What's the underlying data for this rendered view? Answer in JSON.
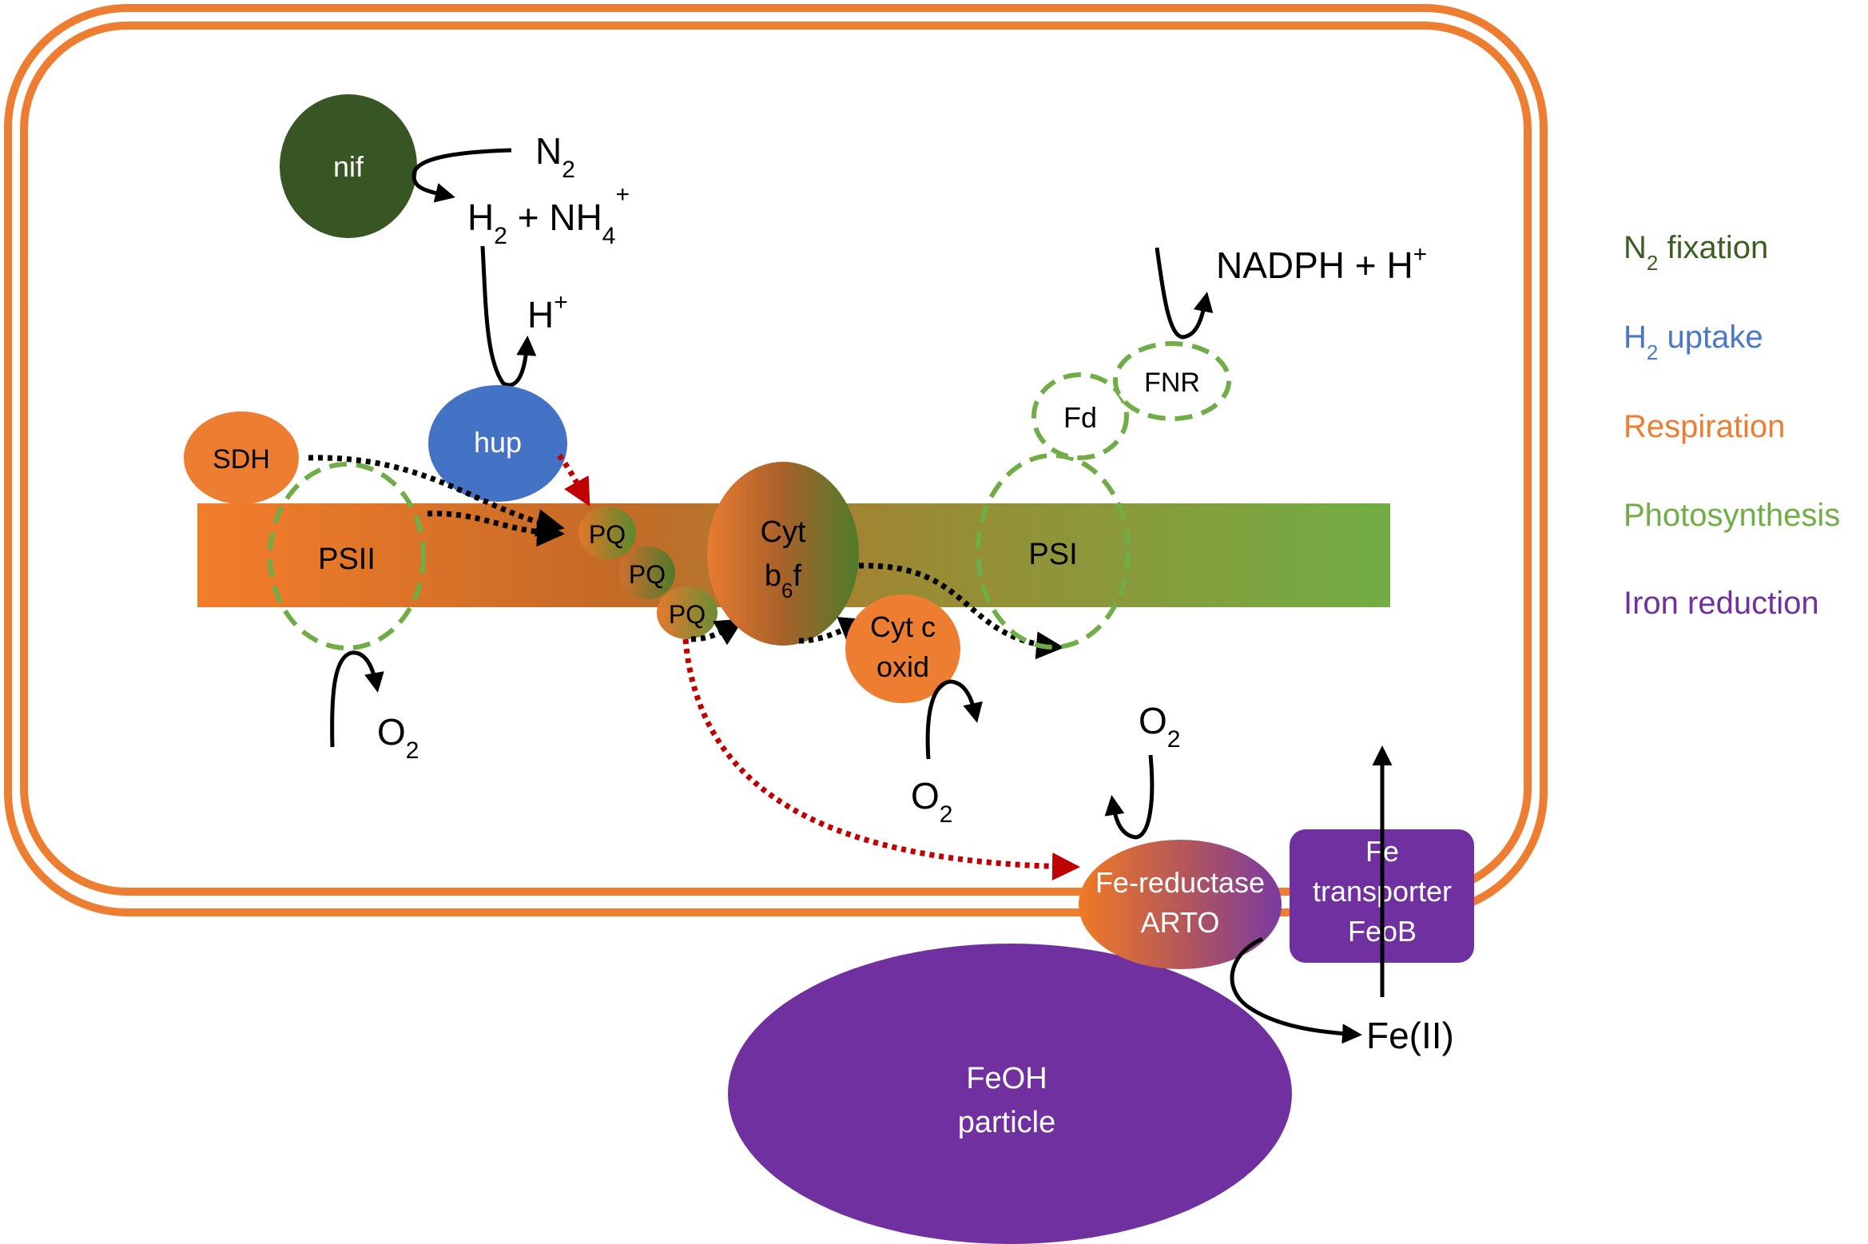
{
  "nodes": {
    "nif": "nif",
    "hup": "hup",
    "sdh": "SDH",
    "psii": "PSII",
    "pq1": "PQ",
    "pq2": "PQ",
    "pq3": "PQ",
    "cyt_b6f": {
      "line1": "Cyt",
      "line2_base": "b",
      "line2_sub": "6",
      "line2_tail": "f"
    },
    "cyt_c_oxid": {
      "line1": "Cyt c",
      "line2": "oxid"
    },
    "psi": "PSI",
    "fd": "Fd",
    "fnr": "FNR",
    "fe_reductase": {
      "line1": "Fe-reductase",
      "line2": "ARTO"
    },
    "fe_transporter": {
      "line1": "Fe",
      "line2": "transporter",
      "line3": "FeoB"
    },
    "feoh_particle": {
      "line1": "FeOH",
      "line2": "particle"
    }
  },
  "labels": {
    "n2": {
      "base": "N",
      "sub": "2"
    },
    "h2_nh4": {
      "h": "H",
      "h_sub": "2",
      "mid": " + NH",
      "nh_sub": "4",
      "sup": "+"
    },
    "h_plus": {
      "base": "H",
      "sup": "+"
    },
    "nadph": {
      "base": "NADPH + H",
      "sup": "+"
    },
    "o2_psii": {
      "base": "O",
      "sub": "2"
    },
    "o2_cytc": {
      "base": "O",
      "sub": "2"
    },
    "o2_arto": {
      "base": "O",
      "sub": "2"
    },
    "fe_ii": "Fe(II)"
  },
  "legend": [
    {
      "base": "N",
      "sub": "2",
      "tail": " fixation",
      "color": "#3a5f21"
    },
    {
      "base": "H",
      "sub": "2",
      "tail": " uptake",
      "color": "#4a78c8"
    },
    {
      "base": "Respiration",
      "sub": "",
      "tail": "",
      "color": "#ed7d31"
    },
    {
      "base": "Photosynthesis",
      "sub": "",
      "tail": "",
      "color": "#70ad47"
    },
    {
      "base": "Iron reduction",
      "sub": "",
      "tail": "",
      "color": "#7030a0"
    }
  ],
  "colors": {
    "respiration": "#ed7d31",
    "photosynthesis": "#70ad47",
    "n2_fixation": "#375623",
    "h2_uptake": "#4472c4",
    "iron_reduction": "#7030a0",
    "electron_flow": "#000000",
    "iron_flow": "#c00000"
  }
}
